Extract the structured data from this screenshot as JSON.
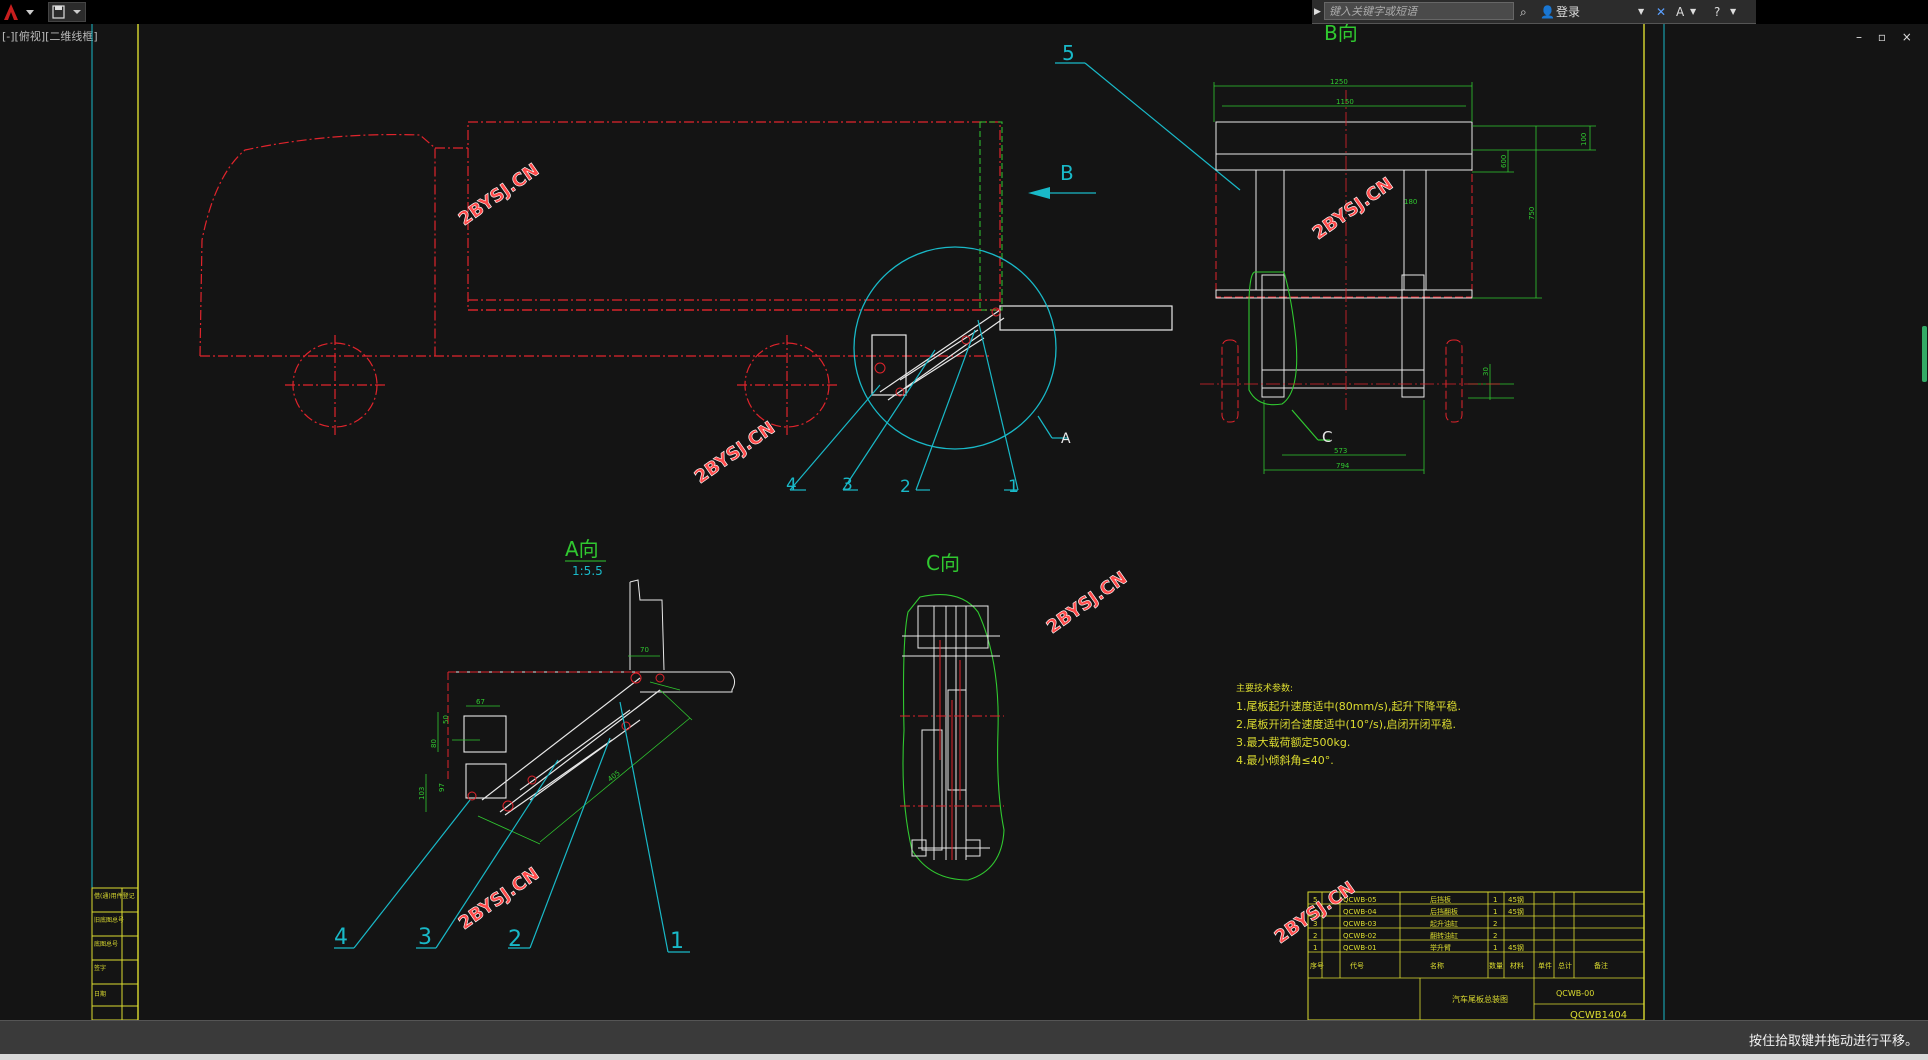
{
  "app": {
    "viewport_label": "[-][俯视][二维线框]",
    "window_controls": "– ▫ ×"
  },
  "toolbar": {
    "search_placeholder": "键入关键字或短语",
    "login_label": "登录",
    "help_icon": "question-icon",
    "exchange_icon": "exchange-x-icon",
    "autodesk_icon": "autodesk-a-icon"
  },
  "status": {
    "text": "按住拾取键并拖动进行平移。"
  },
  "drawing": {
    "views": {
      "b_view": "B向",
      "a_view": "A向",
      "a_scale": "1:5.5",
      "c_view": "C向"
    },
    "callouts": {
      "b_arrow": "B",
      "a_arrow": "A",
      "c_arrow": "C",
      "five": "5",
      "top_parts": [
        "4",
        "3",
        "2",
        "1"
      ],
      "a_parts": [
        "4",
        "3",
        "2",
        "1"
      ]
    },
    "watermark": "2BYSJ.CN",
    "dimensions": {
      "b_1": "1250",
      "b_2": "1150",
      "b_3": "600",
      "b_4": "750",
      "b_5": "180",
      "b_6": "573",
      "b_7": "794",
      "b_8": "30",
      "b_9": "100",
      "a_1": "70",
      "a_2": "67",
      "a_3": "50",
      "a_4": "80",
      "a_5": "97",
      "a_6": "103",
      "a_7": "405"
    },
    "notes": {
      "title": "主要技术参数:",
      "lines": [
        "1.尾板起升速度适中(80mm/s),起升下降平稳.",
        "2.尾板开闭合速度适中(10°/s),启闭开闭平稳.",
        "3.最大载荷额定500kg.",
        "4.最小倾斜角≤40°."
      ]
    },
    "title_block": {
      "parts": [
        {
          "no": "5",
          "code": "QCWB-05",
          "name": "后挡板",
          "qty": "1",
          "mat": "45钢"
        },
        {
          "no": "4",
          "code": "QCWB-04",
          "name": "后挡翻板",
          "qty": "1",
          "mat": "45钢"
        },
        {
          "no": "3",
          "code": "QCWB-03",
          "name": "起升油缸",
          "qty": "2",
          "mat": ""
        },
        {
          "no": "2",
          "code": "QCWB-02",
          "name": "翻转油缸",
          "qty": "2",
          "mat": ""
        },
        {
          "no": "1",
          "code": "QCWB-01",
          "name": "举升臂",
          "qty": "1",
          "mat": "45钢"
        }
      ],
      "headers": [
        "序号",
        "代号",
        "名称",
        "数量",
        "材料",
        "单件",
        "总计",
        "备注"
      ],
      "drawing_title": "汽车尾板总装图",
      "drawing_number": "QCWB-00",
      "bottom_code": "QCWB1404"
    },
    "left_strip": [
      "借(通)用件登记",
      "旧底图总号",
      "底图总号",
      "签字",
      "日期"
    ]
  }
}
